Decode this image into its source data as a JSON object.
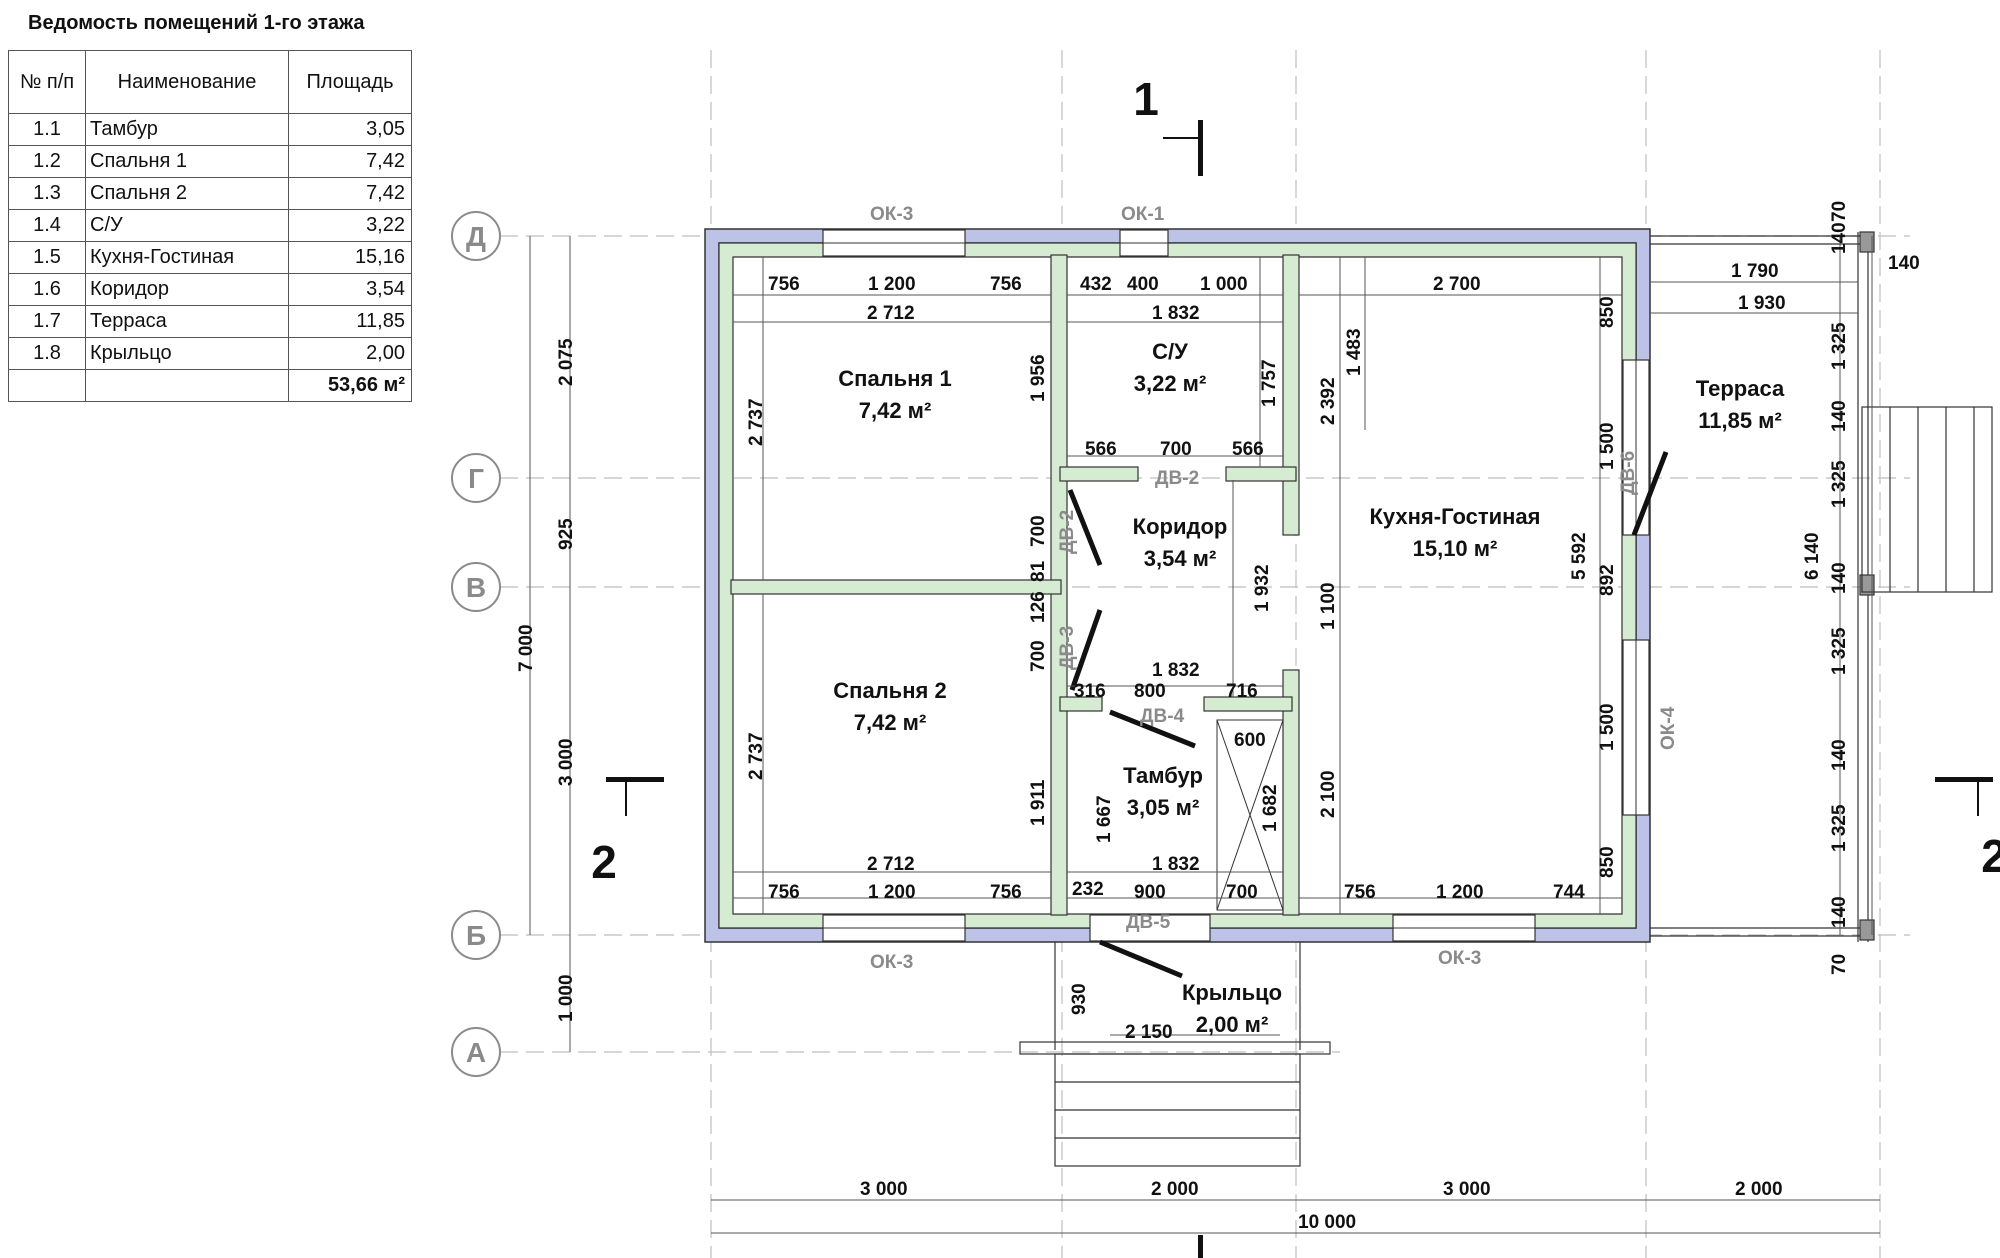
{
  "schedule": {
    "title": "Ведомость помещений 1-го этажа",
    "headers": [
      "№ п/п",
      "Наименование",
      "Площадь"
    ],
    "rows": [
      {
        "num": "1.1",
        "name": "Тамбур",
        "area": "3,05"
      },
      {
        "num": "1.2",
        "name": "Спальня 1",
        "area": "7,42"
      },
      {
        "num": "1.3",
        "name": "Спальня 2",
        "area": "7,42"
      },
      {
        "num": "1.4",
        "name": "С/У",
        "area": "3,22"
      },
      {
        "num": "1.5",
        "name": "Кухня-Гостиная",
        "area": "15,16"
      },
      {
        "num": "1.6",
        "name": "Коридор",
        "area": "3,54"
      },
      {
        "num": "1.7",
        "name": "Терраса",
        "area": "11,85"
      },
      {
        "num": "1.8",
        "name": "Крыльцо",
        "area": "2,00"
      }
    ],
    "total": "53,66 м²"
  },
  "rooms": [
    {
      "name": "Спальня 1",
      "area": "7,42 м²"
    },
    {
      "name": "С/У",
      "area": "3,22 м²"
    },
    {
      "name": "Терраса",
      "area": "11,85 м²"
    },
    {
      "name": "Коридор",
      "area": "3,54 м²"
    },
    {
      "name": "Кухня-Гостиная",
      "area": "15,10 м²"
    },
    {
      "name": "Спальня 2",
      "area": "7,42 м²"
    },
    {
      "name": "Тамбур",
      "area": "3,05 м²"
    },
    {
      "name": "Крыльцо",
      "area": "2,00 м²"
    }
  ],
  "axes": [
    "Д",
    "Г",
    "В",
    "Б",
    "А"
  ],
  "sections": [
    "1",
    "2"
  ],
  "marks": {
    "ok3": "ОК-3",
    "ok1": "ОК-1",
    "ok4": "ОК-4",
    "dv2": "ДВ-2",
    "dv3": "ДВ-3",
    "dv4": "ДВ-4",
    "dv5": "ДВ-5",
    "dv6": "ДВ-6"
  },
  "dims": {
    "d756": "756",
    "d1200": "1 200",
    "d432": "432",
    "d400": "400",
    "d1000": "1 000",
    "d2700": "2 700",
    "d2712": "2 712",
    "d1832": "1 832",
    "d1790": "1 790",
    "d1930": "1 930",
    "d140": "140",
    "d70": "70",
    "d1325": "1 325",
    "d850": "850",
    "d1500": "1 500",
    "d892": "892",
    "d5592": "5 592",
    "d6140": "6 140",
    "d2075": "2 075",
    "d925": "925",
    "d7000": "7 000",
    "d3000": "3 000",
    "d2737": "2 737",
    "d1956": "1 956",
    "d1757": "1 757",
    "d2392": "2 392",
    "d1483": "1 483",
    "d566": "566",
    "d700": "700",
    "d81": "81",
    "d126": "126",
    "d1932": "1 932",
    "d1100": "1 100",
    "d316": "316",
    "d800": "800",
    "d716": "716",
    "d600": "600",
    "d1682": "1 682",
    "d1911": "1 911",
    "d1667": "1 667",
    "d2100": "2 100",
    "d232": "232",
    "d900": "900",
    "d744": "744",
    "d930": "930",
    "d2150": "2 150",
    "d2000": "2 000",
    "d10000": "10 000"
  }
}
